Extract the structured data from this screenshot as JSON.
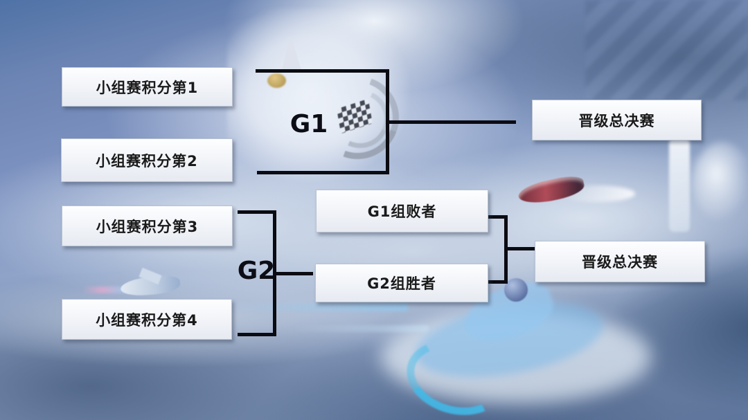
{
  "bracket": {
    "seeds": [
      {
        "label": "小组赛积分第1"
      },
      {
        "label": "小组赛积分第2"
      },
      {
        "label": "小组赛积分第3"
      },
      {
        "label": "小组赛积分第4"
      }
    ],
    "groups": [
      {
        "label": "G1"
      },
      {
        "label": "G2"
      }
    ],
    "qualifier_entries": [
      {
        "label": "G1组败者"
      },
      {
        "label": "G2组胜者"
      }
    ],
    "outcomes": [
      {
        "label": "晋级总决赛"
      },
      {
        "label": "晋级总决赛"
      }
    ]
  },
  "colors": {
    "connector_line": "#0b0b12",
    "node_background": "#f3f5f9",
    "node_background_bottom": "#e6eaf1",
    "node_border": "#b9c2cf",
    "node_text": "#1a1a1a",
    "group_label_text": "#0d0d15",
    "sky_top_left": "#4f72a6",
    "sky_bottom": "#5c74a0",
    "red_ship": "#b04c59"
  }
}
